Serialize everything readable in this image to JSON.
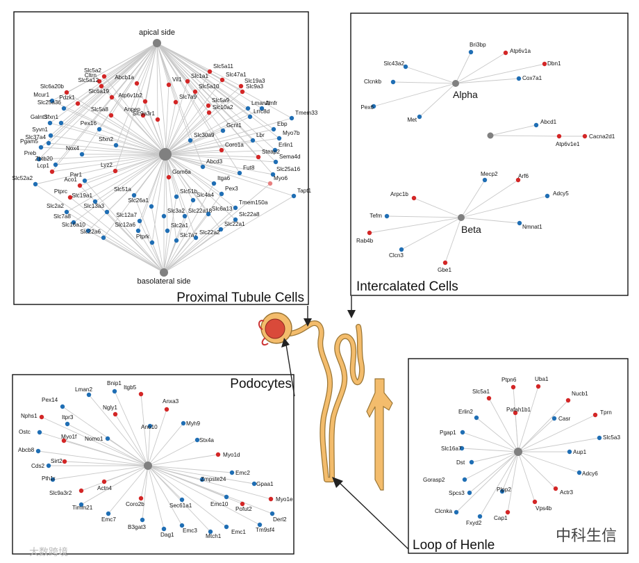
{
  "colors": {
    "up": "#d32626",
    "down": "#1f6eb4",
    "pink": "#e88080",
    "hub": "#808080",
    "edge": "#c8c8c8",
    "tubule": "#f3bc6c",
    "tubule_edge": "#b58a3e"
  },
  "panels": {
    "proximal": {
      "title": "Proximal Tubule Cells",
      "hubs": [
        "apical side",
        "basolateral side"
      ],
      "genes": [
        {
          "name": "Slc5a2",
          "c": "up",
          "hub": "top"
        },
        {
          "name": "Cltrn",
          "c": "up",
          "hub": "top"
        },
        {
          "name": "Slc5a12",
          "c": "up",
          "hub": "top"
        },
        {
          "name": "Slc6a20b",
          "c": "up",
          "hub": "top"
        },
        {
          "name": "Abcb1a",
          "c": "up",
          "hub": "top"
        },
        {
          "name": "Vil1",
          "c": "up",
          "hub": "top"
        },
        {
          "name": "Slc1a1",
          "c": "up",
          "hub": "top"
        },
        {
          "name": "Slc5a11",
          "c": "up",
          "hub": "top"
        },
        {
          "name": "Slc47a1",
          "c": "up",
          "hub": "top"
        },
        {
          "name": "Slc19a3",
          "c": "up",
          "hub": "top"
        },
        {
          "name": "Slc9a3",
          "c": "up",
          "hub": "top"
        },
        {
          "name": "Slc5a10",
          "c": "up",
          "hub": "top"
        },
        {
          "name": "Mcur1",
          "c": "down",
          "hub": "top"
        },
        {
          "name": "Slc6a19",
          "c": "up",
          "hub": "top"
        },
        {
          "name": "Pdzk1",
          "c": "up",
          "hub": "top"
        },
        {
          "name": "Atp6v1b2",
          "c": "up",
          "hub": "top"
        },
        {
          "name": "Slc7a9",
          "c": "up",
          "hub": "top"
        },
        {
          "name": "Slc25a36",
          "c": "down",
          "hub": "top"
        },
        {
          "name": "Slc5a8",
          "c": "up",
          "hub": "top"
        },
        {
          "name": "Slc10a2",
          "c": "up",
          "hub": "top"
        },
        {
          "name": "Slc5a9",
          "c": "up",
          "hub": "top"
        },
        {
          "name": "Lman2l",
          "c": "down",
          "hub": "top"
        },
        {
          "name": "Amfr",
          "c": "down",
          "hub": "top"
        },
        {
          "name": "Anpep",
          "c": "up",
          "hub": "top"
        },
        {
          "name": "Slc9a3r1",
          "c": "up",
          "hub": "top"
        },
        {
          "name": "Lrrc8d",
          "c": "down",
          "hub": "top"
        },
        {
          "name": "Tmem33",
          "c": "down",
          "hub": "top"
        },
        {
          "name": "Galnt3",
          "c": "down",
          "hub": "top"
        },
        {
          "name": "Sfxn1",
          "c": "down",
          "hub": "top"
        },
        {
          "name": "Pex16",
          "c": "down",
          "hub": "top"
        },
        {
          "name": "Gcnt1",
          "c": "down",
          "hub": "top"
        },
        {
          "name": "Ebp",
          "c": "down",
          "hub": "top"
        },
        {
          "name": "Syvn1",
          "c": "down",
          "hub": "top"
        },
        {
          "name": "Slc30a9",
          "c": "down",
          "hub": "top"
        },
        {
          "name": "Lbr",
          "c": "down",
          "hub": "top"
        },
        {
          "name": "Myo7b",
          "c": "down",
          "hub": "top"
        },
        {
          "name": "Slc37a4",
          "c": "down",
          "hub": "top"
        },
        {
          "name": "Pgam5",
          "c": "down",
          "hub": "top"
        },
        {
          "name": "Sfxn2",
          "c": "down",
          "hub": "top"
        },
        {
          "name": "Coro1a",
          "c": "up",
          "hub": "top"
        },
        {
          "name": "Erlin1",
          "c": "down",
          "hub": "top"
        },
        {
          "name": "Nox4",
          "c": "down",
          "hub": "top"
        },
        {
          "name": "Preb",
          "c": "down",
          "hub": "top"
        },
        {
          "name": "Steap2",
          "c": "up",
          "hub": "top"
        },
        {
          "name": "Sema4d",
          "c": "down",
          "hub": "top"
        },
        {
          "name": "Zbtb20",
          "c": "down",
          "hub": "top"
        },
        {
          "name": "Abcd3",
          "c": "down",
          "hub": "top"
        },
        {
          "name": "Lcp1",
          "c": "up",
          "hub": "top"
        },
        {
          "name": "Lyz2",
          "c": "up",
          "hub": "top"
        },
        {
          "name": "Gom6a",
          "c": "up",
          "hub": "top"
        },
        {
          "name": "Fut8",
          "c": "down",
          "hub": "top"
        },
        {
          "name": "Slc25a16",
          "c": "down",
          "hub": "top"
        },
        {
          "name": "Slc52a2",
          "c": "down",
          "hub": "bottom"
        },
        {
          "name": "Par1",
          "c": "down",
          "hub": "bottom"
        },
        {
          "name": "Aco1",
          "c": "up",
          "hub": "bottom"
        },
        {
          "name": "Itga6",
          "c": "down",
          "hub": "bottom"
        },
        {
          "name": "Myo6",
          "c": "pink",
          "hub": "bottom"
        },
        {
          "name": "Pex3",
          "c": "down",
          "hub": "bottom"
        },
        {
          "name": "Tapt1",
          "c": "down",
          "hub": "bottom"
        },
        {
          "name": "Ptprc",
          "c": "up",
          "hub": "bottom"
        },
        {
          "name": "Slc51a",
          "c": "down",
          "hub": "bottom"
        },
        {
          "name": "Slc51b",
          "c": "down",
          "hub": "bottom"
        },
        {
          "name": "Slc4a4",
          "c": "down",
          "hub": "bottom"
        },
        {
          "name": "Tmem150a",
          "c": "down",
          "hub": "bottom"
        },
        {
          "name": "Slc19a1",
          "c": "down",
          "hub": "bottom"
        },
        {
          "name": "Slc26a1",
          "c": "down",
          "hub": "bottom"
        },
        {
          "name": "Slc2a2",
          "c": "down",
          "hub": "bottom"
        },
        {
          "name": "Slc13a3",
          "c": "down",
          "hub": "bottom"
        },
        {
          "name": "Slc3a2",
          "c": "down",
          "hub": "bottom"
        },
        {
          "name": "Slc22a18",
          "c": "down",
          "hub": "bottom"
        },
        {
          "name": "Slc6a13",
          "c": "down",
          "hub": "bottom"
        },
        {
          "name": "Slc22a8",
          "c": "down",
          "hub": "bottom"
        },
        {
          "name": "Slc7a8",
          "c": "down",
          "hub": "bottom"
        },
        {
          "name": "Slc12a7",
          "c": "down",
          "hub": "bottom"
        },
        {
          "name": "Slc16a10",
          "c": "down",
          "hub": "bottom"
        },
        {
          "name": "Slc12a6",
          "c": "down",
          "hub": "bottom"
        },
        {
          "name": "Slc2a1",
          "c": "down",
          "hub": "bottom"
        },
        {
          "name": "Slc22a1",
          "c": "down",
          "hub": "bottom"
        },
        {
          "name": "Slc22a6",
          "c": "down",
          "hub": "bottom"
        },
        {
          "name": "Slc7a7",
          "c": "down",
          "hub": "bottom"
        },
        {
          "name": "Slc22a2",
          "c": "down",
          "hub": "bottom"
        },
        {
          "name": "Ptprk",
          "c": "down",
          "hub": "bottom"
        }
      ]
    },
    "intercalated": {
      "title": "Intercalated Cells",
      "hubs": [
        "Alpha",
        "Beta"
      ],
      "alpha_genes": [
        {
          "name": "Bri3bp",
          "c": "down"
        },
        {
          "name": "Atp6v1a",
          "c": "up"
        },
        {
          "name": "Slc43a2",
          "c": "down"
        },
        {
          "name": "Dbn1",
          "c": "up"
        },
        {
          "name": "Clcnkb",
          "c": "down"
        },
        {
          "name": "Cox7a1",
          "c": "down"
        },
        {
          "name": "Pex6",
          "c": "down"
        },
        {
          "name": "Met",
          "c": "down"
        }
      ],
      "alpha2_genes": [
        {
          "name": "Abcd1",
          "c": "down"
        },
        {
          "name": "Atp6v1e1",
          "c": "up"
        },
        {
          "name": "Cacna2d1",
          "c": "up"
        }
      ],
      "beta_genes": [
        {
          "name": "Mecp2",
          "c": "down"
        },
        {
          "name": "Arf6",
          "c": "up"
        },
        {
          "name": "Arpc1b",
          "c": "up"
        },
        {
          "name": "Adcy5",
          "c": "down"
        },
        {
          "name": "Tefm",
          "c": "down"
        },
        {
          "name": "Nmnat1",
          "c": "down"
        },
        {
          "name": "Rab4b",
          "c": "up"
        },
        {
          "name": "Clcn3",
          "c": "down"
        },
        {
          "name": "Gbe1",
          "c": "up"
        }
      ]
    },
    "podocytes": {
      "title": "Podocytes",
      "genes": [
        {
          "name": "Bnip1",
          "c": "down"
        },
        {
          "name": "Itgb5",
          "c": "up"
        },
        {
          "name": "Lman2",
          "c": "down"
        },
        {
          "name": "Anxa3",
          "c": "up"
        },
        {
          "name": "Pex14",
          "c": "down"
        },
        {
          "name": "Ngly1",
          "c": "up"
        },
        {
          "name": "Nphs1",
          "c": "up"
        },
        {
          "name": "Itpr3",
          "c": "down"
        },
        {
          "name": "Ano10",
          "c": "down"
        },
        {
          "name": "Myh9",
          "c": "down"
        },
        {
          "name": "Ostc",
          "c": "down"
        },
        {
          "name": "Myo1f",
          "c": "up"
        },
        {
          "name": "Nomo1",
          "c": "down"
        },
        {
          "name": "Stx4a",
          "c": "down"
        },
        {
          "name": "Abcb8",
          "c": "down"
        },
        {
          "name": "Myo1d",
          "c": "up"
        },
        {
          "name": "Sirt2",
          "c": "up"
        },
        {
          "name": "Cds2",
          "c": "down"
        },
        {
          "name": "Emc2",
          "c": "down"
        },
        {
          "name": "Pth1r",
          "c": "down"
        },
        {
          "name": "Zmpste24",
          "c": "down"
        },
        {
          "name": "Gpaa1",
          "c": "down"
        },
        {
          "name": "Actn4",
          "c": "up"
        },
        {
          "name": "Slc9a3r2",
          "c": "up"
        },
        {
          "name": "Myo1e",
          "c": "up"
        },
        {
          "name": "Timm21",
          "c": "down"
        },
        {
          "name": "Coro2b",
          "c": "up"
        },
        {
          "name": "Sec61a1",
          "c": "down"
        },
        {
          "name": "Emc10",
          "c": "down"
        },
        {
          "name": "Pofut2",
          "c": "up"
        },
        {
          "name": "Derl2",
          "c": "down"
        },
        {
          "name": "Emc7",
          "c": "down"
        },
        {
          "name": "B3gat3",
          "c": "down"
        },
        {
          "name": "Emc3",
          "c": "down"
        },
        {
          "name": "Emc1",
          "c": "down"
        },
        {
          "name": "Tm9sf4",
          "c": "down"
        },
        {
          "name": "Dag1",
          "c": "down"
        },
        {
          "name": "Mtch1",
          "c": "down"
        }
      ]
    },
    "henle": {
      "title": "Loop of Henle",
      "genes": [
        {
          "name": "Ptpn6",
          "c": "up"
        },
        {
          "name": "Uba1",
          "c": "up"
        },
        {
          "name": "Slc5a1",
          "c": "up"
        },
        {
          "name": "Nucb1",
          "c": "up"
        },
        {
          "name": "Pafah1b1",
          "c": "up"
        },
        {
          "name": "Erlin2",
          "c": "down"
        },
        {
          "name": "Tprn",
          "c": "up"
        },
        {
          "name": "Casr",
          "c": "down"
        },
        {
          "name": "Pgap1",
          "c": "down"
        },
        {
          "name": "Slc5a3",
          "c": "down"
        },
        {
          "name": "Slc16a7",
          "c": "down"
        },
        {
          "name": "Aup1",
          "c": "down"
        },
        {
          "name": "Dst",
          "c": "down"
        },
        {
          "name": "Adcy6",
          "c": "down"
        },
        {
          "name": "Gorasp2",
          "c": "down"
        },
        {
          "name": "Plpp2",
          "c": "down"
        },
        {
          "name": "Spcs3",
          "c": "down"
        },
        {
          "name": "Actr3",
          "c": "up"
        },
        {
          "name": "Clcnka",
          "c": "down"
        },
        {
          "name": "Vps4b",
          "c": "up"
        },
        {
          "name": "Cap1",
          "c": "up"
        },
        {
          "name": "Fxyd2",
          "c": "down"
        }
      ]
    }
  },
  "watermarks": {
    "right": "中科生信",
    "left": "大数跨境"
  }
}
